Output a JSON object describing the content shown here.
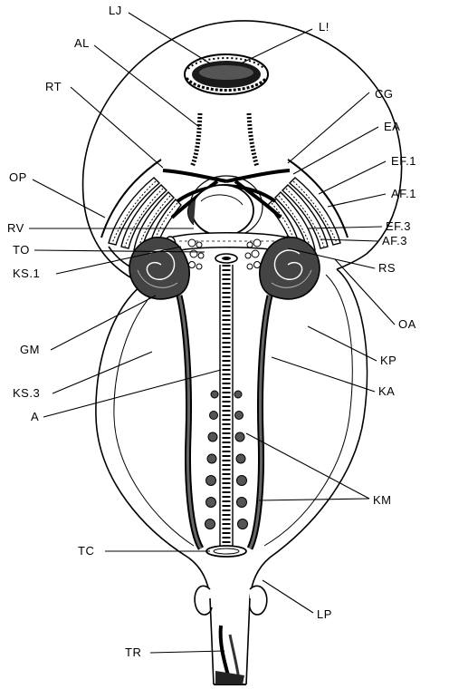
{
  "labels": {
    "LJ": "LJ",
    "LI": "L!",
    "AL": "AL",
    "RT": "RT",
    "CG": "CG",
    "EA": "EA",
    "EF1": "EF.1",
    "AF1": "AF.1",
    "OP": "OP",
    "RV": "RV",
    "EF3": "EF.3",
    "AF3": "AF.3",
    "TO": "TO",
    "RS": "RS",
    "KS1": "KS.1",
    "OA": "OA",
    "GM": "GM",
    "KP": "KP",
    "KS3": "KS.3",
    "A": "A",
    "KA": "KA",
    "KM": "KM",
    "TC": "TC",
    "LP": "LP",
    "TR": "TR"
  }
}
